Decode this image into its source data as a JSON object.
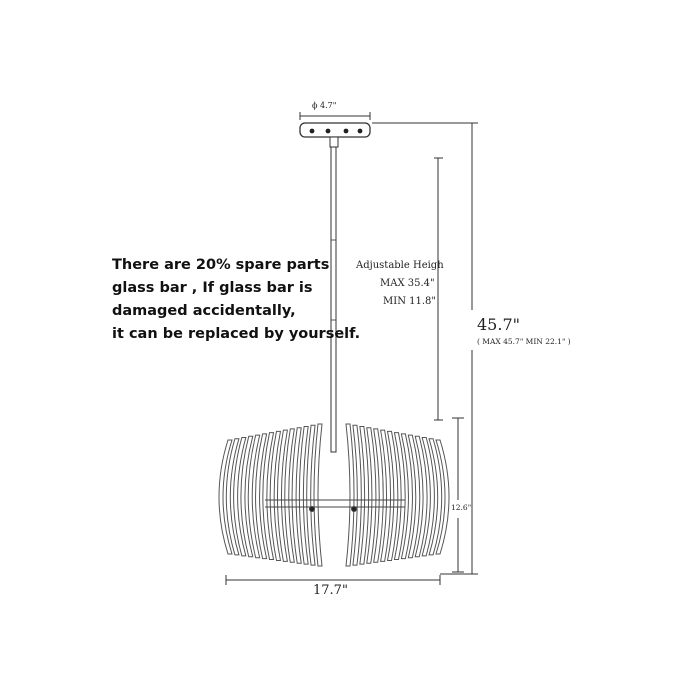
{
  "note": {
    "lines": [
      "There are 20% spare parts",
      "glass bar , If glass bar is",
      "damaged accidentally,",
      "it can be replaced by yourself."
    ]
  },
  "dimensions": {
    "canopy_diameter": "ϕ  4.7\"",
    "adjustable_title": "Adjustable Heigh",
    "adjustable_max": "MAX 35.4\"",
    "adjustable_min": "MIN 11.8\"",
    "total_height": "45.7\"",
    "total_range": "( MAX 45.7\"  MIN 22.1\" )",
    "body_height": "12.6\"",
    "body_width": "17.7\""
  },
  "colors": {
    "line": "#333333",
    "glass": "#555555"
  }
}
